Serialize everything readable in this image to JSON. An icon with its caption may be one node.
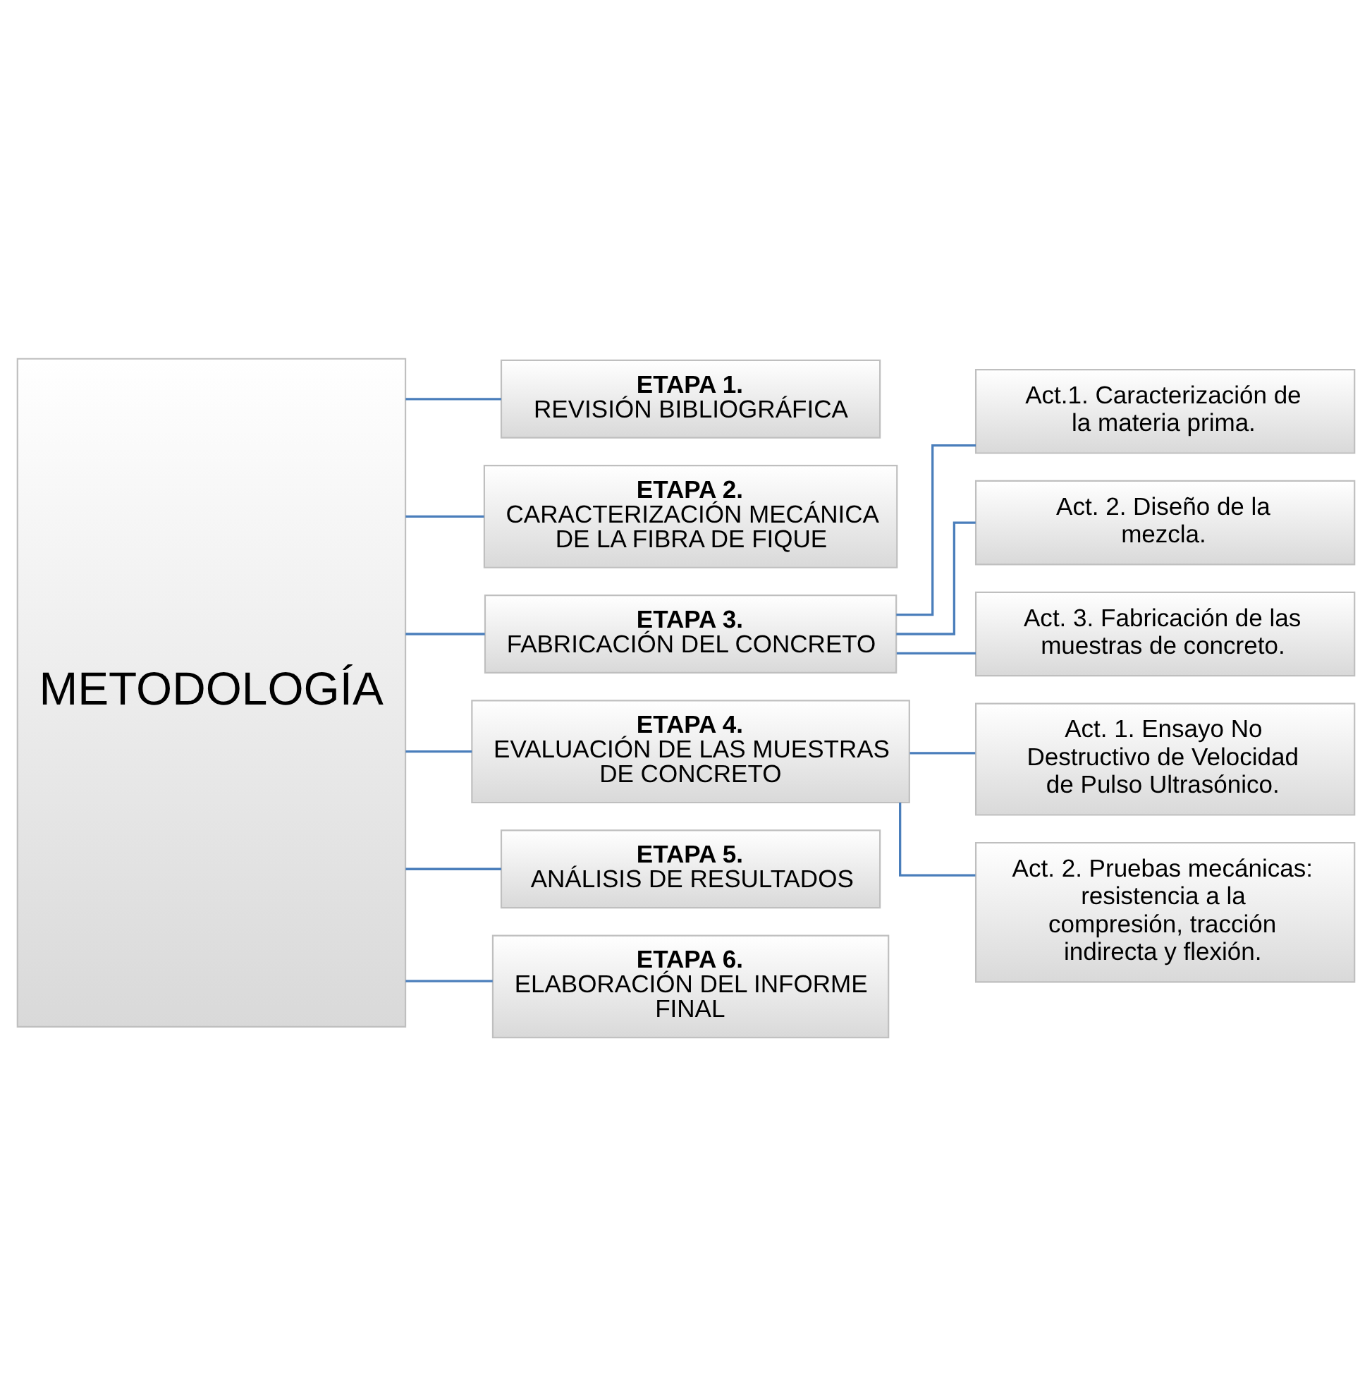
{
  "diagram": {
    "nodes": [
      {
        "text": [
          "METODOLOGÍA"
        ]
      },
      {
        "text": [
          "ETAPA 1.",
          "REVISIÓN BIBLIOGRÁFICA"
        ]
      },
      {
        "text": [
          "ETAPA 2.",
          "CARACTERIZACIÓN MECÁNICA DE LA FIBRA DE FIQUE"
        ]
      },
      {
        "text": [
          "ETAPA 3.",
          "FABRICACIÓN DEL CONCRETO"
        ]
      },
      {
        "text": [
          "Act.1. Caracterización de la materia prima."
        ]
      },
      {
        "text": [
          "Act. 2. Diseño de la mezcla."
        ]
      },
      {
        "text": [
          "Act. 3. Fabricación de las muestras de concreto."
        ]
      },
      {
        "text": [
          "ETAPA 4.",
          "EVALUACIÓN DE LAS MUESTRAS DE CONCRETO"
        ]
      },
      {
        "text": [
          "Act. 1. Ensayo No Destructivo de Velocidad de Pulso Ultrasónico."
        ]
      },
      {
        "text": [
          "Act. 2. Pruebas mecánicas: resistencia a la compresión, tracción indirecta y flexión."
        ]
      },
      {
        "text": [
          "ETAPA 5.",
          "ANÁLISIS DE RESULTADOS"
        ]
      },
      {
        "text": [
          "ETAPA 6.",
          "ELABORACIÓN DEL INFORME FINAL"
        ]
      }
    ],
    "edges": [
      {
        "from": 0,
        "to": 1,
        "arrow": "none"
      },
      {
        "from": 0,
        "to": 2,
        "arrow": "none"
      },
      {
        "from": 0,
        "to": 3,
        "arrow": "none"
      },
      {
        "from": 3,
        "to": 4,
        "arrow": "none"
      },
      {
        "from": 3,
        "to": 5,
        "arrow": "none"
      },
      {
        "from": 3,
        "to": 6,
        "arrow": "none"
      },
      {
        "from": 0,
        "to": 7,
        "arrow": "none"
      },
      {
        "from": 7,
        "to": 8,
        "arrow": "none"
      },
      {
        "from": 7,
        "to": 9,
        "arrow": "none"
      },
      {
        "from": 0,
        "to": 10,
        "arrow": "none"
      },
      {
        "from": 0,
        "to": 11,
        "arrow": "none"
      }
    ]
  }
}
